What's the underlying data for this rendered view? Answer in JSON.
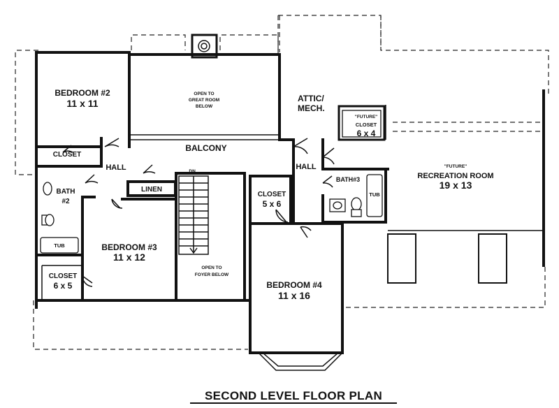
{
  "title": "SECOND LEVEL FLOOR PLAN",
  "rooms": {
    "bedroom2": {
      "name": "BEDROOM #2",
      "size": "11 x 11"
    },
    "open_great": {
      "line1": "OPEN TO",
      "line2": "GREAT ROOM",
      "line3": "BELOW"
    },
    "attic": {
      "line1": "ATTIC/",
      "line2": "MECH."
    },
    "future_closet": {
      "tag": "\"FUTURE\"",
      "name": "CLOSET",
      "size": "6 x 4"
    },
    "balcony": {
      "name": "BALCONY"
    },
    "closet_b2": {
      "name": "CLOSET"
    },
    "hall_left": {
      "name": "HALL"
    },
    "dn": {
      "name": "DN."
    },
    "linen": {
      "name": "LINEN"
    },
    "bath2": {
      "name": "BATH",
      "num": "#2"
    },
    "tub_left": {
      "name": "TUB"
    },
    "bedroom3": {
      "name": "BEDROOM #3",
      "size": "11 x 12"
    },
    "closet_b3": {
      "name": "CLOSET",
      "size": "6 x 5"
    },
    "open_foyer": {
      "line1": "OPEN TO",
      "line2": "FOYER BELOW"
    },
    "closet_b4": {
      "name": "CLOSET",
      "size": "5 x 6"
    },
    "hall_right": {
      "name": "HALL"
    },
    "bath3": {
      "name": "BATH#3"
    },
    "tub_right": {
      "name": "TUB"
    },
    "recreation": {
      "tag": "\"FUTURE\"",
      "name": "RECREATION ROOM",
      "size": "19 x 13"
    },
    "bedroom4": {
      "name": "BEDROOM #4",
      "size": "11 x 16"
    }
  }
}
